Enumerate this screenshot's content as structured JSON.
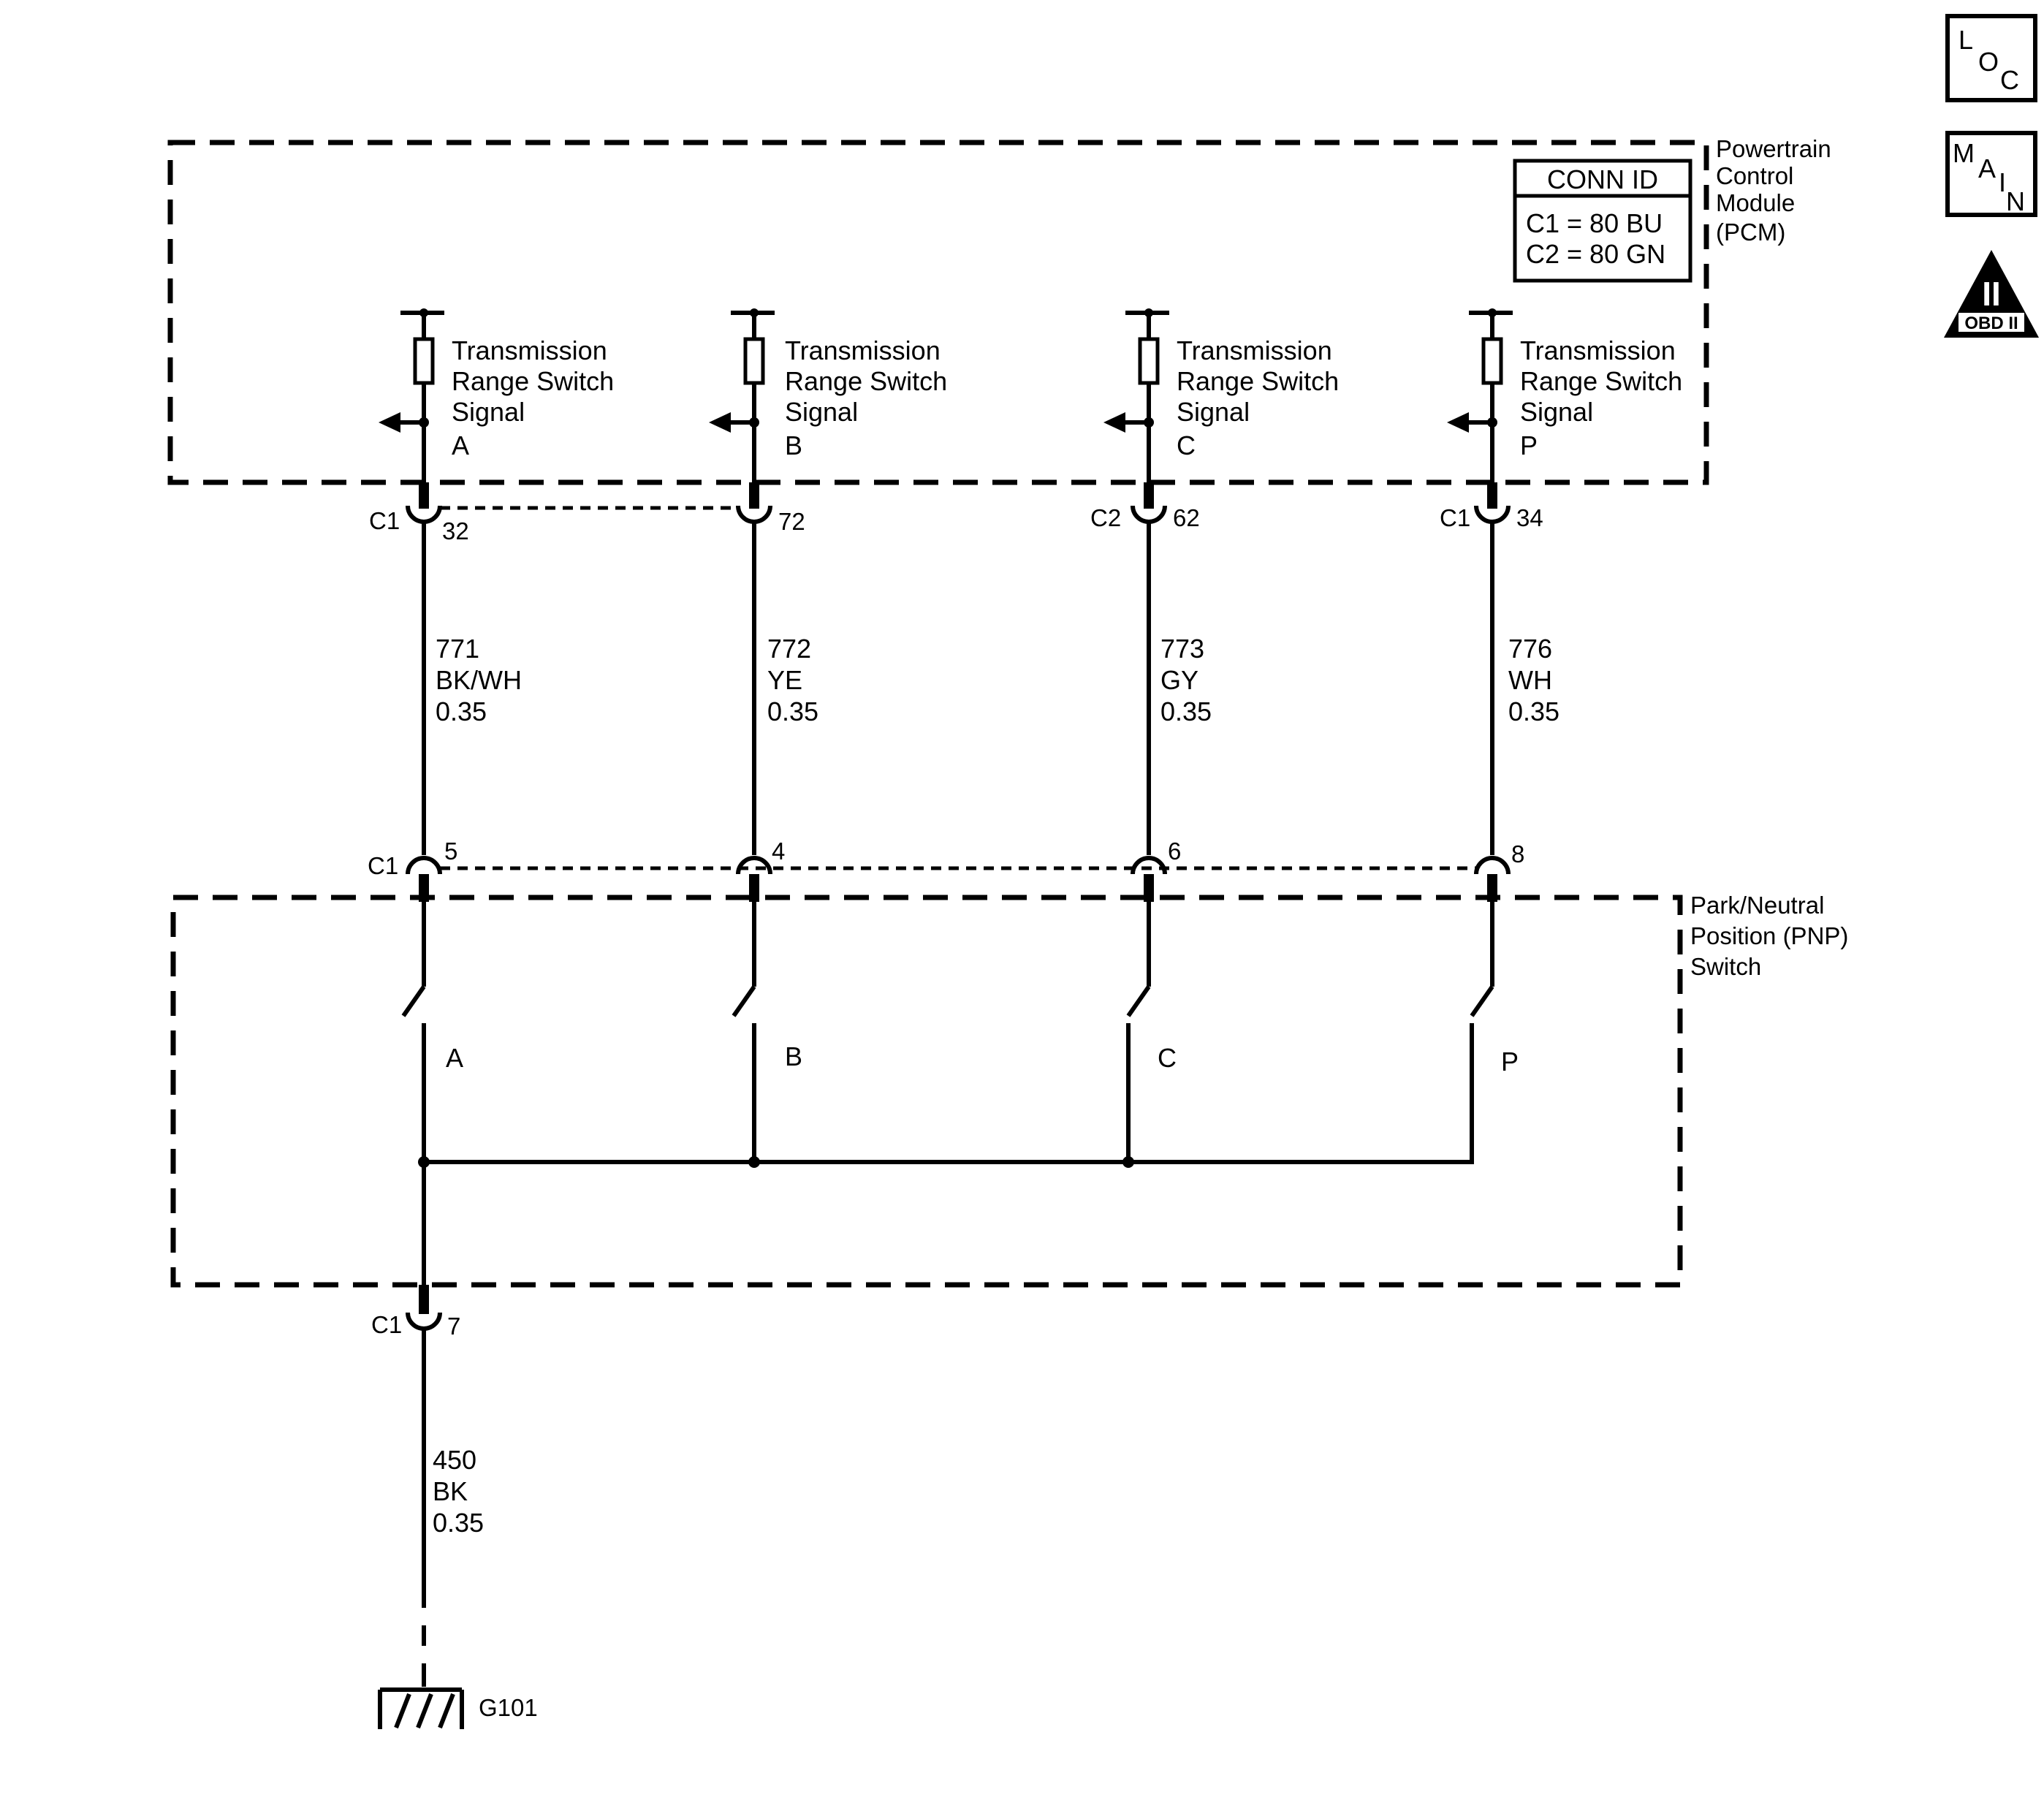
{
  "nav_icons": {
    "loc": {
      "letters": [
        "L",
        "O",
        "C"
      ],
      "icon": "location-view-icon"
    },
    "main": {
      "letters": [
        "M",
        "A",
        "I",
        "N"
      ],
      "icon": "main-menu-icon"
    },
    "obd": {
      "numeral": "II",
      "label": "OBD II",
      "icon": "obd-ii-warning-icon"
    }
  },
  "pcm": {
    "title_lines": [
      "Powertrain",
      "Control",
      "Module",
      "(PCM)"
    ],
    "conn_id": {
      "header": "CONN ID",
      "rows": [
        "C1 = 80 BU",
        "C2 = 80 GN"
      ]
    },
    "signals": [
      {
        "lines": [
          "Transmission",
          "Range Switch",
          "Signal"
        ],
        "letter": "A"
      },
      {
        "lines": [
          "Transmission",
          "Range Switch",
          "Signal"
        ],
        "letter": "B"
      },
      {
        "lines": [
          "Transmission",
          "Range Switch",
          "Signal"
        ],
        "letter": "C"
      },
      {
        "lines": [
          "Transmission",
          "Range Switch",
          "Signal"
        ],
        "letter": "P"
      }
    ]
  },
  "pcm_connectors": [
    {
      "conn": "C1",
      "pin": "32"
    },
    {
      "conn": "",
      "pin": "72"
    },
    {
      "conn": "C2",
      "pin": "62"
    },
    {
      "conn": "C1",
      "pin": "34"
    }
  ],
  "wires": [
    {
      "circuit": "771",
      "color": "BK/WH",
      "gauge": "0.35"
    },
    {
      "circuit": "772",
      "color": "YE",
      "gauge": "0.35"
    },
    {
      "circuit": "773",
      "color": "GY",
      "gauge": "0.35"
    },
    {
      "circuit": "776",
      "color": "WH",
      "gauge": "0.35"
    }
  ],
  "pnp_connectors": [
    {
      "conn": "C1",
      "pin": "5"
    },
    {
      "conn": "",
      "pin": "4"
    },
    {
      "conn": "",
      "pin": "6"
    },
    {
      "conn": "",
      "pin": "8"
    }
  ],
  "pnp": {
    "title_lines": [
      "Park/Neutral",
      "Position (PNP)",
      "Switch"
    ],
    "switches": [
      "A",
      "B",
      "C",
      "P"
    ]
  },
  "ground_connector": {
    "conn": "C1",
    "pin": "7"
  },
  "ground_wire": {
    "circuit": "450",
    "color": "BK",
    "gauge": "0.35"
  },
  "ground": {
    "label": "G101"
  }
}
